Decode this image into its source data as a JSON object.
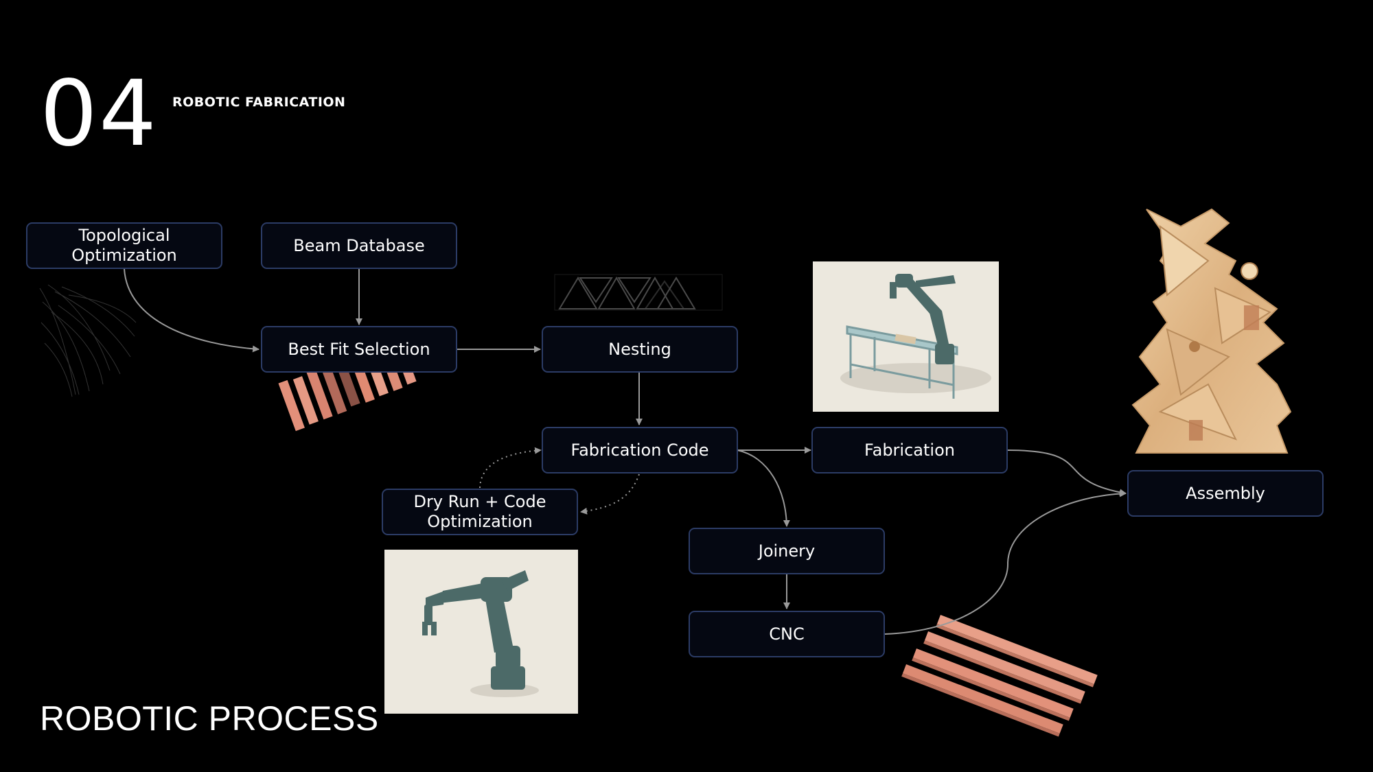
{
  "header": {
    "section_number": "04",
    "section_title": "ROBOTIC FABRICATION"
  },
  "footer": {
    "title": "ROBOTIC PROCESS"
  },
  "nodes": {
    "topological_optimization": "Topological\nOptimization",
    "beam_database": "Beam Database",
    "best_fit_selection": "Best Fit Selection",
    "nesting": "Nesting",
    "fabrication_code": "Fabrication Code",
    "dry_run": "Dry Run + Code\nOptimization",
    "fabrication": "Fabrication",
    "joinery": "Joinery",
    "cnc": "CNC",
    "assembly": "Assembly"
  },
  "colors": {
    "background": "#000000",
    "node_border": "#2c3c66",
    "connector": "#9a9a9a",
    "timber": "#e08a72",
    "wood": "#e2bf92",
    "render_bg": "#ece8de",
    "robot": "#4c6a68"
  }
}
